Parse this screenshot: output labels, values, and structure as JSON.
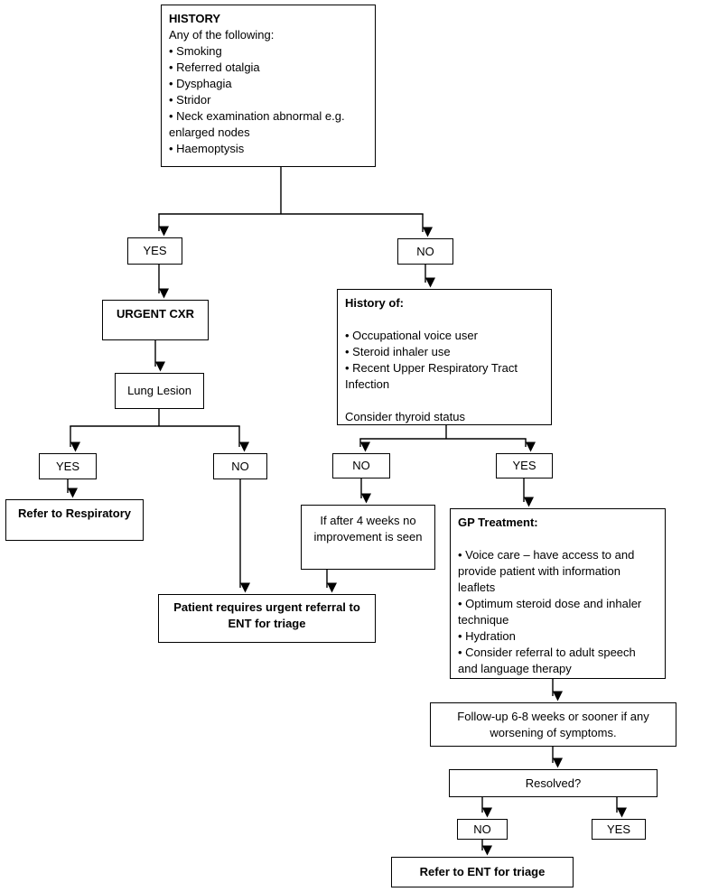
{
  "flowchart": {
    "history": {
      "title": "HISTORY",
      "lines": [
        "Any of the following:",
        "• Smoking",
        "• Referred otalgia",
        "• Dysphagia",
        "• Stridor",
        "• Neck examination abnormal e.g. enlarged nodes",
        "• Haemoptysis"
      ]
    },
    "branch1_yes": "YES",
    "branch1_no": "NO",
    "urgent_cxr": "URGENT CXR",
    "lung_lesion": "Lung Lesion",
    "history_of": {
      "title": "History of:",
      "bullets": [
        "• Occupational voice user",
        "• Steroid inhaler use",
        "• Recent Upper Respiratory Tract Infection"
      ],
      "note": "Consider thyroid status"
    },
    "branch2_yes": "YES",
    "branch2_no": "NO",
    "refer_respiratory": "Refer to Respiratory",
    "branch3_no": "NO",
    "branch3_yes": "YES",
    "four_weeks": "If after 4 weeks no improvement is seen",
    "gp_treatment": {
      "title": "GP Treatment:",
      "bullets": [
        "• Voice care – have access to and provide patient with information leaflets",
        "• Optimum steroid dose and inhaler technique",
        "• Hydration",
        "• Consider referral to adult speech and language therapy"
      ]
    },
    "ent_urgent": "Patient requires urgent referral to ENT for triage",
    "followup": "Follow-up 6-8 weeks or sooner if any worsening of symptoms.",
    "resolved": "Resolved?",
    "branch4_no": "NO",
    "branch4_yes": "YES",
    "refer_ent": "Refer to ENT for triage",
    "colors": {
      "line": "#000000",
      "box_bg": "#ffffff"
    }
  }
}
